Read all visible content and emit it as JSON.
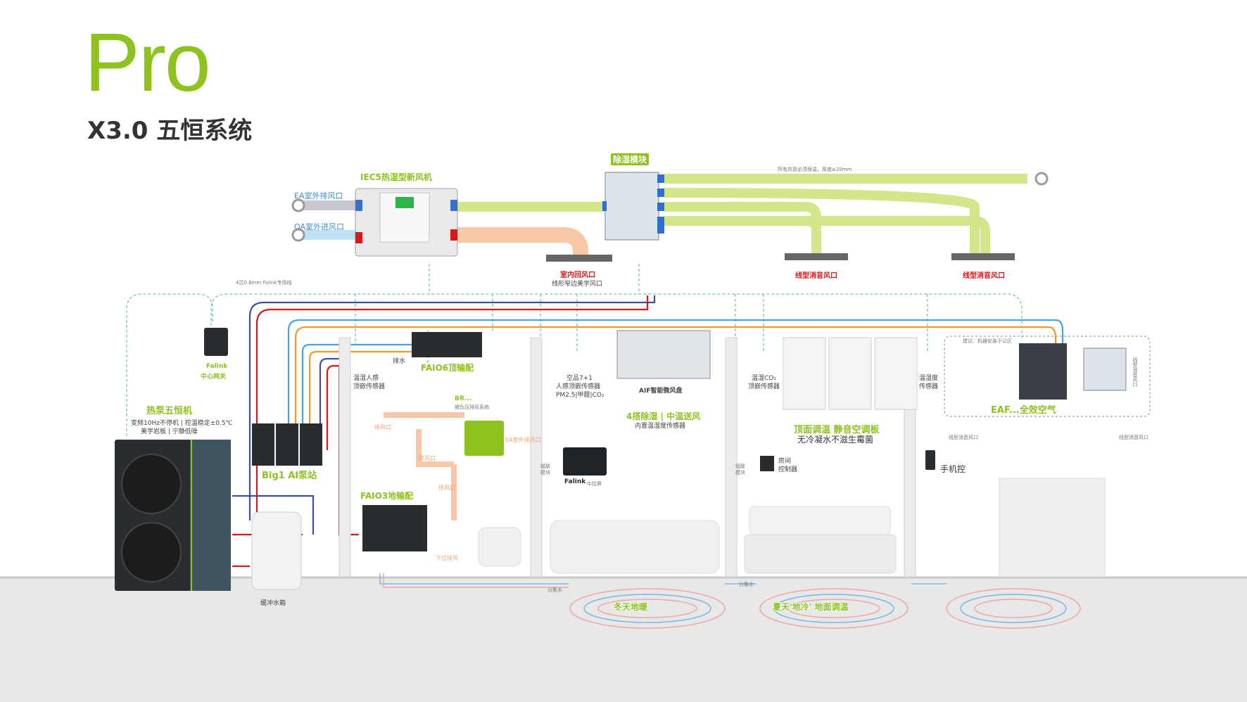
{
  "header": {
    "brand": "Pro",
    "subtitle": "X3.0 五恒系统"
  },
  "colors": {
    "brand_green": "#8dc21f",
    "duct_green": "#d3e68a",
    "duct_orange": "#f7c8a8",
    "pipe_red": "#d7191c",
    "pipe_blue": "#3b4fa3",
    "pipe_orange": "#f39a2b",
    "pipe_lightblue": "#4aa3df",
    "signal_green": "#6fc3a0",
    "floor_gray": "#e8e8e8"
  },
  "fresh_air": {
    "unit_label": "IEC5热湿型新风机",
    "ea_label": "EA室外排风口",
    "oa_label": "OA室外进风口",
    "return_label": "室内回风口",
    "return_sub": "线形窄边美学风口"
  },
  "dehumid": {
    "label": "除湿模块",
    "note": "所有风管必须保温，厚度≥20mm",
    "diffuser1": "线型消音风口",
    "diffuser2": "线型消音风口"
  },
  "falink_line": "4芯0.8mm Falink专用线",
  "falink_hub": {
    "name": "Falink",
    "sub": "中心网关"
  },
  "heat_pump": {
    "title": "热泵五恒机",
    "line1": "变频10Hz不停机 | 控温稳定±0.5℃",
    "line2": "美学岩板 | 宁静低噪"
  },
  "pump_station": "Big1 AI泵站",
  "buffer_tank": "缓冲水箱",
  "faio6": {
    "label": "FAIO6顶输配",
    "drain": "排水"
  },
  "faio3": "FAIO3地输配",
  "br": {
    "name": "BR...",
    "sub": "微负压排风系统",
    "exhaust1": "排风口",
    "exhaust2": "排风口",
    "exhaust3": "排风口",
    "floor_drain": "下位排风",
    "note": "EA室外排风口"
  },
  "sensors": {
    "s1": [
      "温湿人感",
      "顶嵌传感器"
    ],
    "s2": [
      "空品7+1",
      "人感顶嵌传感器",
      "PM2.5|甲醛|CO₂"
    ],
    "s3": [
      "温湿CO₂",
      "顶嵌传感器"
    ],
    "s4": [
      "温湿度",
      "传感器"
    ]
  },
  "aif": {
    "label": "AIF智能微风盘",
    "tag": "4搭除湿 | 中温送风",
    "sub": "内置温湿度传感器"
  },
  "ceiling": {
    "tag": "顶面调温  静音空调板",
    "sub": "无冷凝水不滋生霉菌"
  },
  "room_ctrl": {
    "module1": [
      "辐联",
      "模块"
    ],
    "module2": [
      "辐联",
      "模块"
    ],
    "panel": "房间",
    "panel2": "控制器",
    "falink_screen": "Falink",
    "falink_screen_sub": "中控屏",
    "phone": "手机控"
  },
  "eaf": {
    "tag": "EAF...全效空气",
    "note": "建议：机器安装于公区",
    "diff_left": "线型消音风口",
    "diff_right": "线型消音风口",
    "right_note": "线型消音风口"
  },
  "floor": {
    "winter": "冬天地暖",
    "summer": "夏天'地冷' 地面调温",
    "mark1": "分集水",
    "mark2": "分集水"
  }
}
